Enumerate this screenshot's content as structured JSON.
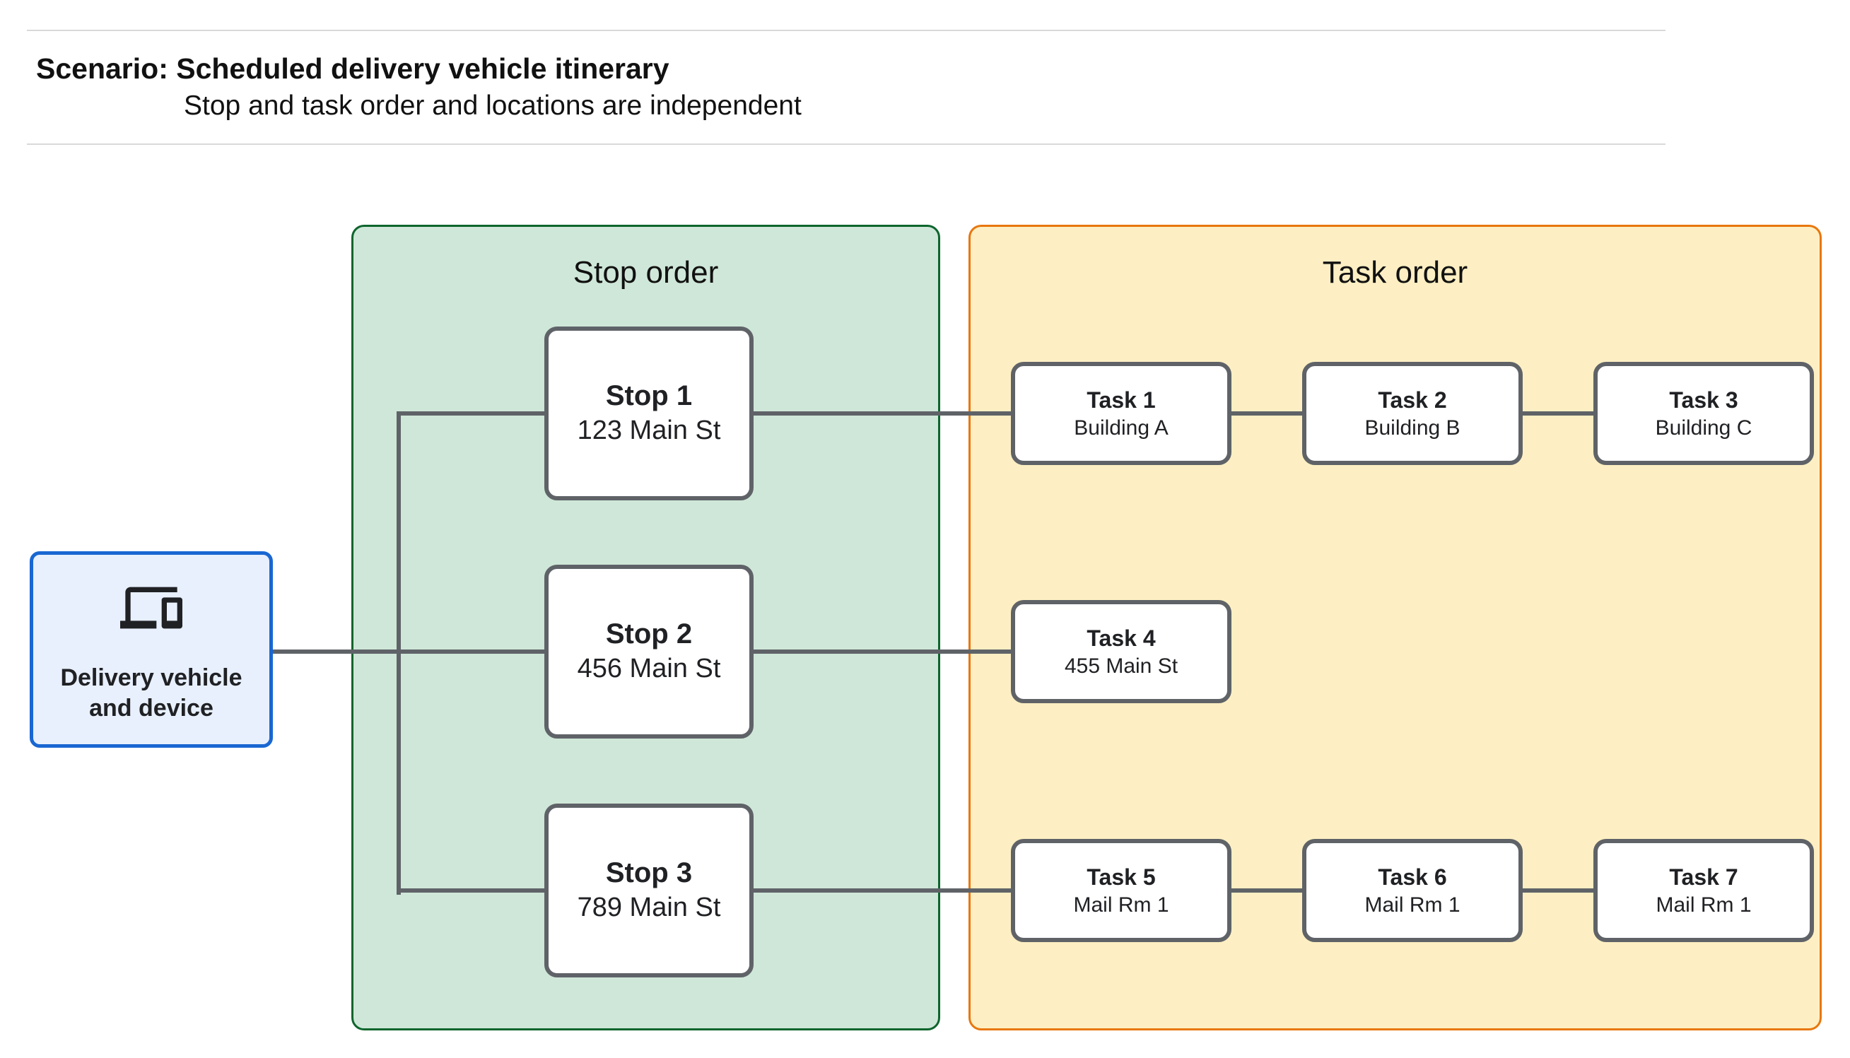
{
  "page": {
    "title": "Scenario: Scheduled delivery vehicle itinerary",
    "subtitle": "Stop and task order and locations are independent"
  },
  "device_node": {
    "icon": "devices-icon",
    "label_line1": "Delivery vehicle",
    "label_line2": "and device"
  },
  "groups": {
    "stops": {
      "label": "Stop order"
    },
    "tasks": {
      "label": "Task order"
    }
  },
  "stops": [
    {
      "name": "Stop 1",
      "location": "123 Main St"
    },
    {
      "name": "Stop 2",
      "location": "456 Main St"
    },
    {
      "name": "Stop 3",
      "location": "789 Main St"
    }
  ],
  "tasks": [
    {
      "name": "Task 1",
      "location": "Building A"
    },
    {
      "name": "Task 2",
      "location": "Building B"
    },
    {
      "name": "Task 3",
      "location": "Building C"
    },
    {
      "name": "Task 4",
      "location": "455 Main St"
    },
    {
      "name": "Task 5",
      "location": "Mail Rm 1"
    },
    {
      "name": "Task 6",
      "location": "Mail Rm 1"
    },
    {
      "name": "Task 7",
      "location": "Mail Rm 1"
    }
  ],
  "colors": {
    "stop_group_fill": "#cfe7d8",
    "stop_group_border": "#0d652d",
    "task_group_fill": "#fdefc3",
    "task_group_border": "#e8770e",
    "device_fill": "#e8f0fe",
    "device_border": "#1967d2",
    "node_border": "#5f6368",
    "connector": "#5f6368",
    "divider": "#d9d9d9",
    "text": "#202124"
  }
}
